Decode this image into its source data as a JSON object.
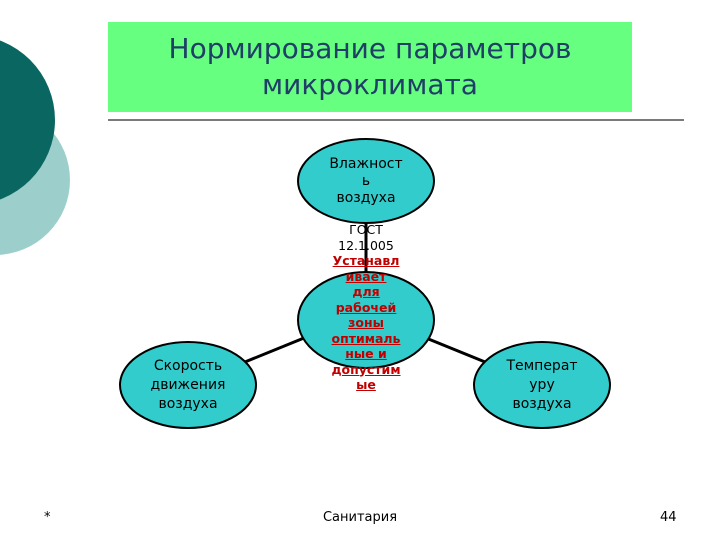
{
  "title": {
    "line1": "Нормирование параметров",
    "line2": "микроклимата"
  },
  "diagram": {
    "top_node": {
      "lines": [
        "Влажност",
        "ь",
        "воздуха"
      ]
    },
    "left_node": {
      "lines": [
        "Скорость",
        "движения",
        "воздуха"
      ]
    },
    "right_node": {
      "lines": [
        "Температ",
        "уру",
        "воздуха"
      ]
    },
    "center": {
      "gost_lines": [
        "ГОСТ",
        "12.1.005"
      ],
      "desc_lines": [
        "Устанавл",
        "ивает",
        "для",
        "рабочей",
        "зоны",
        "оптималь",
        "ные и",
        "допустим",
        "ые"
      ]
    }
  },
  "footer": {
    "left": "*",
    "center": "Санитария",
    "right": "44"
  },
  "colors": {
    "title_bg": "#66ff80",
    "node_fill": "#33cccc",
    "title_text": "#1f3f66",
    "accent_text": "#c00000"
  }
}
